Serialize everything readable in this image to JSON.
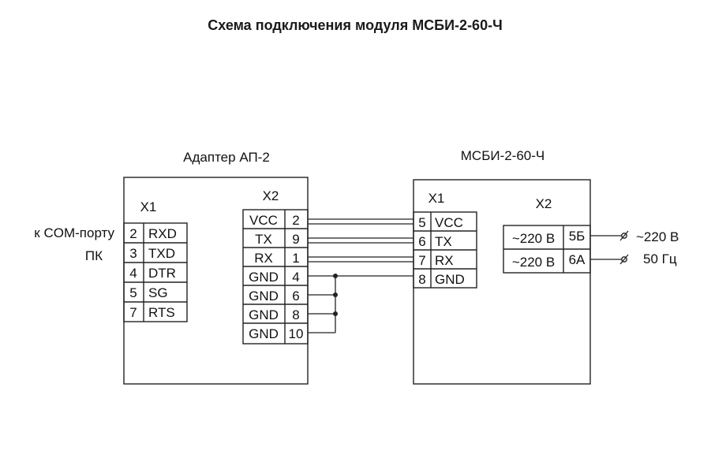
{
  "title": "Схема подключения модуля МСБИ-2-60-Ч",
  "adapter": {
    "name": "Адаптер АП-2",
    "x1_label": "X1",
    "x2_label": "X2",
    "x1_rows": [
      {
        "pin": "2",
        "signal": "RXD"
      },
      {
        "pin": "3",
        "signal": "TXD"
      },
      {
        "pin": "4",
        "signal": "DTR"
      },
      {
        "pin": "5",
        "signal": "SG"
      },
      {
        "pin": "7",
        "signal": "RTS"
      }
    ],
    "x2_rows": [
      {
        "signal": "VCC",
        "pin": "2"
      },
      {
        "signal": "TX",
        "pin": "9"
      },
      {
        "signal": "RX",
        "pin": "1"
      },
      {
        "signal": "GND",
        "pin": "4"
      },
      {
        "signal": "GND",
        "pin": "6"
      },
      {
        "signal": "GND",
        "pin": "8"
      },
      {
        "signal": "GND",
        "pin": "10"
      }
    ]
  },
  "module": {
    "name": "МСБИ-2-60-Ч",
    "x1_label": "X1",
    "x2_label": "X2",
    "x1_rows": [
      {
        "pin": "5",
        "signal": "VCC"
      },
      {
        "pin": "6",
        "signal": "TX"
      },
      {
        "pin": "7",
        "signal": "RX"
      },
      {
        "pin": "8",
        "signal": "GND"
      }
    ],
    "x2_rows": [
      {
        "signal": "~220 В",
        "pin": "5Б"
      },
      {
        "signal": "~220 В",
        "pin": "6А"
      }
    ]
  },
  "pc_label_line1": "к COM-порту",
  "pc_label_line2": "ПК",
  "power_label_line1": "~220 В",
  "power_label_line2": "50 Гц"
}
